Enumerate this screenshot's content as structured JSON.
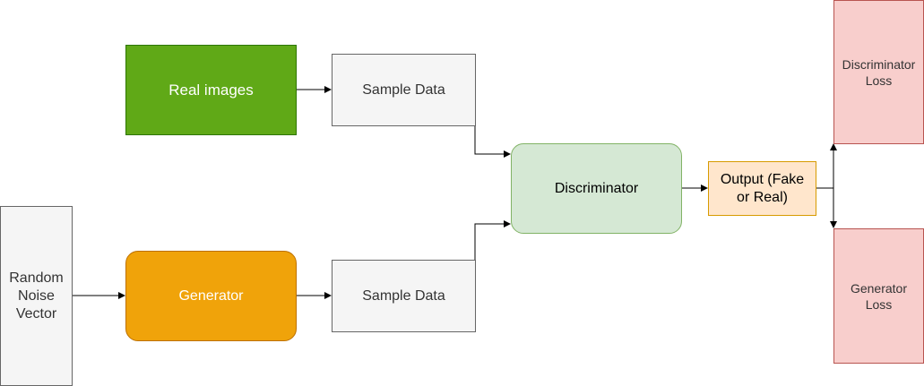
{
  "nodes": {
    "real_images": "Real images",
    "sample_data_top": "Sample Data",
    "sample_data_bottom": "Sample Data",
    "discriminator": "Discriminator",
    "generator": "Generator",
    "random_noise": "Random\nNoise\nVector",
    "output": "Output (Fake\nor Real)",
    "discriminator_loss": "Discriminator\nLoss",
    "generator_loss": "Generator\nLoss"
  },
  "colors": {
    "real_images": "#60a917",
    "generator": "#f0a30a",
    "discriminator": "#d5e8d4",
    "output": "#ffe6cc",
    "loss": "#f8cecc",
    "sample": "#f5f5f5"
  }
}
